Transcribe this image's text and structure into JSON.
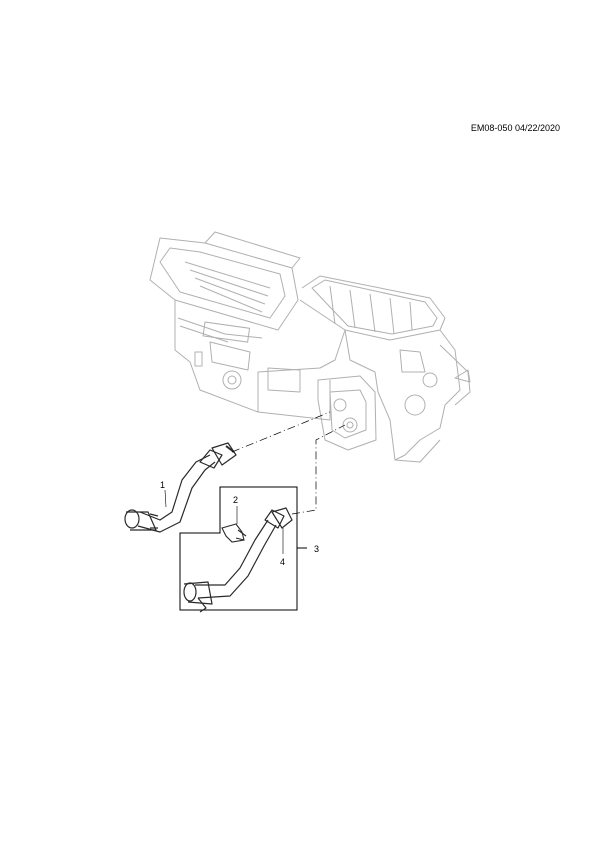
{
  "header": {
    "doc_code": "EM08-050 04/22/2020"
  },
  "callouts": [
    {
      "label": "1",
      "part": "heater-inlet-hose"
    },
    {
      "label": "2",
      "part": "hose-clip"
    },
    {
      "label": "3",
      "part": "hose-kit"
    },
    {
      "label": "4",
      "part": "heater-outlet-hose"
    }
  ],
  "colors": {
    "line": "#000000",
    "unit_outline": "#b0b0b0",
    "hose_outline": "#2a2a2a"
  }
}
